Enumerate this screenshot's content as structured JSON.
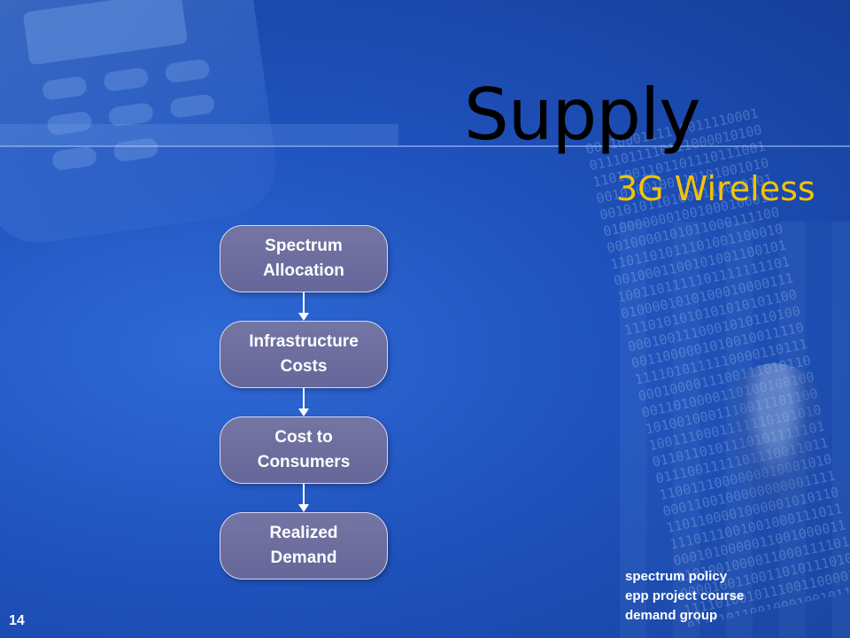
{
  "slide": {
    "title": "Supply",
    "subtitle": "3G Wireless",
    "page_number": "14",
    "colors": {
      "background": "#1f52bd",
      "title": "#000000",
      "subtitle": "#f2c300",
      "box_fill": "#6e6f9f",
      "box_border": "#d6d8ee",
      "text": "#ffffff"
    }
  },
  "flow": {
    "nodes": [
      {
        "label": "Spectrum\nAllocation"
      },
      {
        "label": "Infrastructure\nCosts"
      },
      {
        "label": "Cost to\nConsumers"
      },
      {
        "label": "Realized\nDemand"
      }
    ]
  },
  "notes": {
    "lines": [
      "spectrum policy",
      "epp project course",
      "demand group"
    ]
  }
}
